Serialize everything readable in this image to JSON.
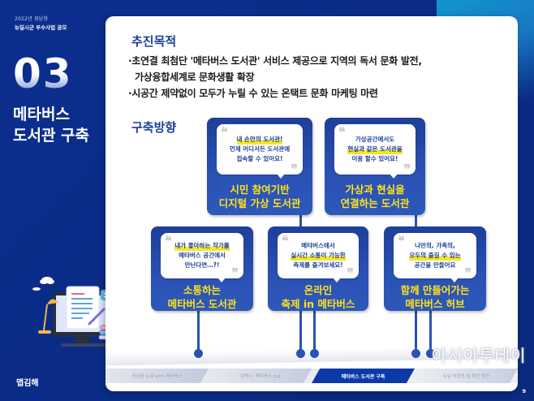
{
  "sidebar": {
    "year_label": "2022년 경남형",
    "contest_label": "뉴딜시군 우수사업 공모",
    "section_number": "03",
    "section_title_line1": "메타버스",
    "section_title_line2": "도서관 구축",
    "logo_text": "맵김해"
  },
  "purpose": {
    "heading": "추진목적",
    "bullets": [
      "·초연결 최첨단 '메타버스 도서관' 서비스 제공으로 지역의 독서 문화 발전,",
      "가상융합세계로 문화생활 확장",
      "·시공간 제약없이 모두가 누릴 수 있는 온택트 문화 마케팅 마련"
    ]
  },
  "direction": {
    "heading": "구축방향",
    "top_boxes": [
      {
        "quote_lines": [
          "내 손안의 도서관!",
          "언제 어디서든 도서관에",
          "접속할 수 있어요!"
        ],
        "highlight_line": 0,
        "title_line1": "시민 참여기반",
        "title_line2": "디지털 가상 도서관"
      },
      {
        "quote_lines": [
          "가상공간에서도",
          "현실과 같은 도서관을",
          "이용 할수 있어요!"
        ],
        "highlight_line": 1,
        "title_line1": "가상과 현실을",
        "title_line2": "연결하는 도서관"
      }
    ],
    "bottom_boxes": [
      {
        "quote_lines": [
          "내가 좋아하는 작가를",
          "메타버스 공간에서",
          "만난다면…?!"
        ],
        "highlight_line": 0,
        "title_line1": "소통하는",
        "title_line2": "메타버스 도서관"
      },
      {
        "quote_lines": [
          "메타버스에서",
          "실시간 소통이 가능한",
          "축제를 즐겨보세요!"
        ],
        "highlight_line": 1,
        "title_line1": "온라인",
        "title_line2": "축제 in 메타버스"
      },
      {
        "quote_lines": [
          "나만의, 가족의,",
          "모두의 즐길 수 있는",
          "공간을 만들어요"
        ],
        "highlight_line": 1,
        "title_line1": "함께 만들어가는",
        "title_line2": "메타버스 허브"
      }
    ]
  },
  "footer": {
    "tabs": [
      {
        "label": "경남형 뉴딜 with 메타버스",
        "active": false
      },
      {
        "label": "김해시, 메타버스 ing",
        "active": false
      },
      {
        "label": "메타버스 도서관 구축",
        "active": true
      },
      {
        "label": "뉴딜 부합성 및 확산 방안",
        "active": false
      }
    ],
    "watermark": "아시아투데이",
    "page_number": "9"
  },
  "colors": {
    "background_navy": "#0b2f8f",
    "box_blue": "#2a52b4",
    "title_yellow": "#ffe21a",
    "heading_blue": "#1c3f9a",
    "accent_cyan": "#1395cf"
  }
}
